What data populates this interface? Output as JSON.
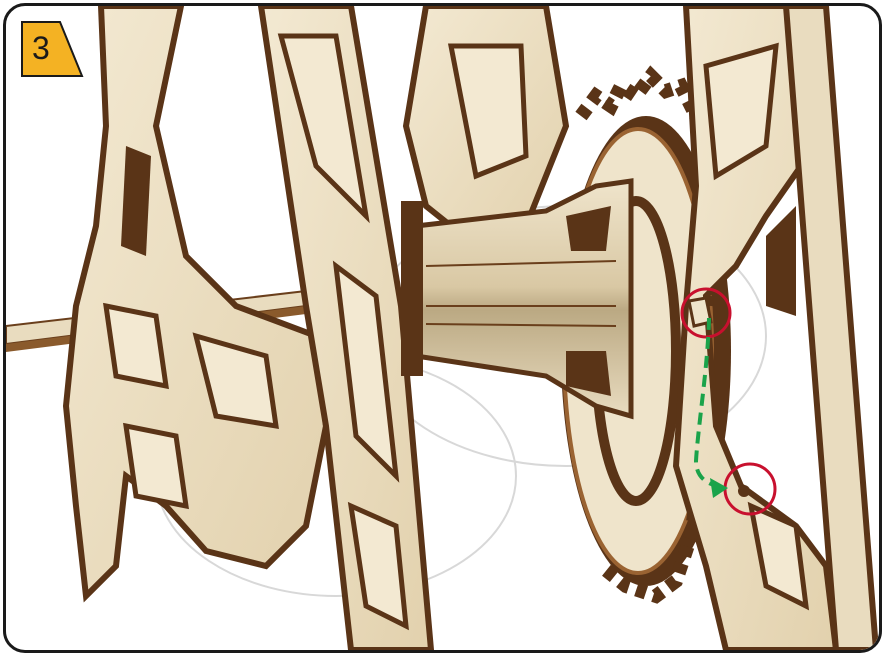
{
  "step": {
    "number": "3"
  },
  "colors": {
    "badge_fill": "#f4b223",
    "badge_border": "#1a1a1a",
    "highlight_circle": "#c8102e",
    "arrow": "#1aa34a",
    "wood_face": "#eee2c6",
    "wood_edge_dark": "#5a3417",
    "wood_edge_mid": "#9a6332",
    "frame_border": "#1a1a1a"
  },
  "annotations": {
    "circles": 2,
    "arrow_style": "dashed"
  }
}
